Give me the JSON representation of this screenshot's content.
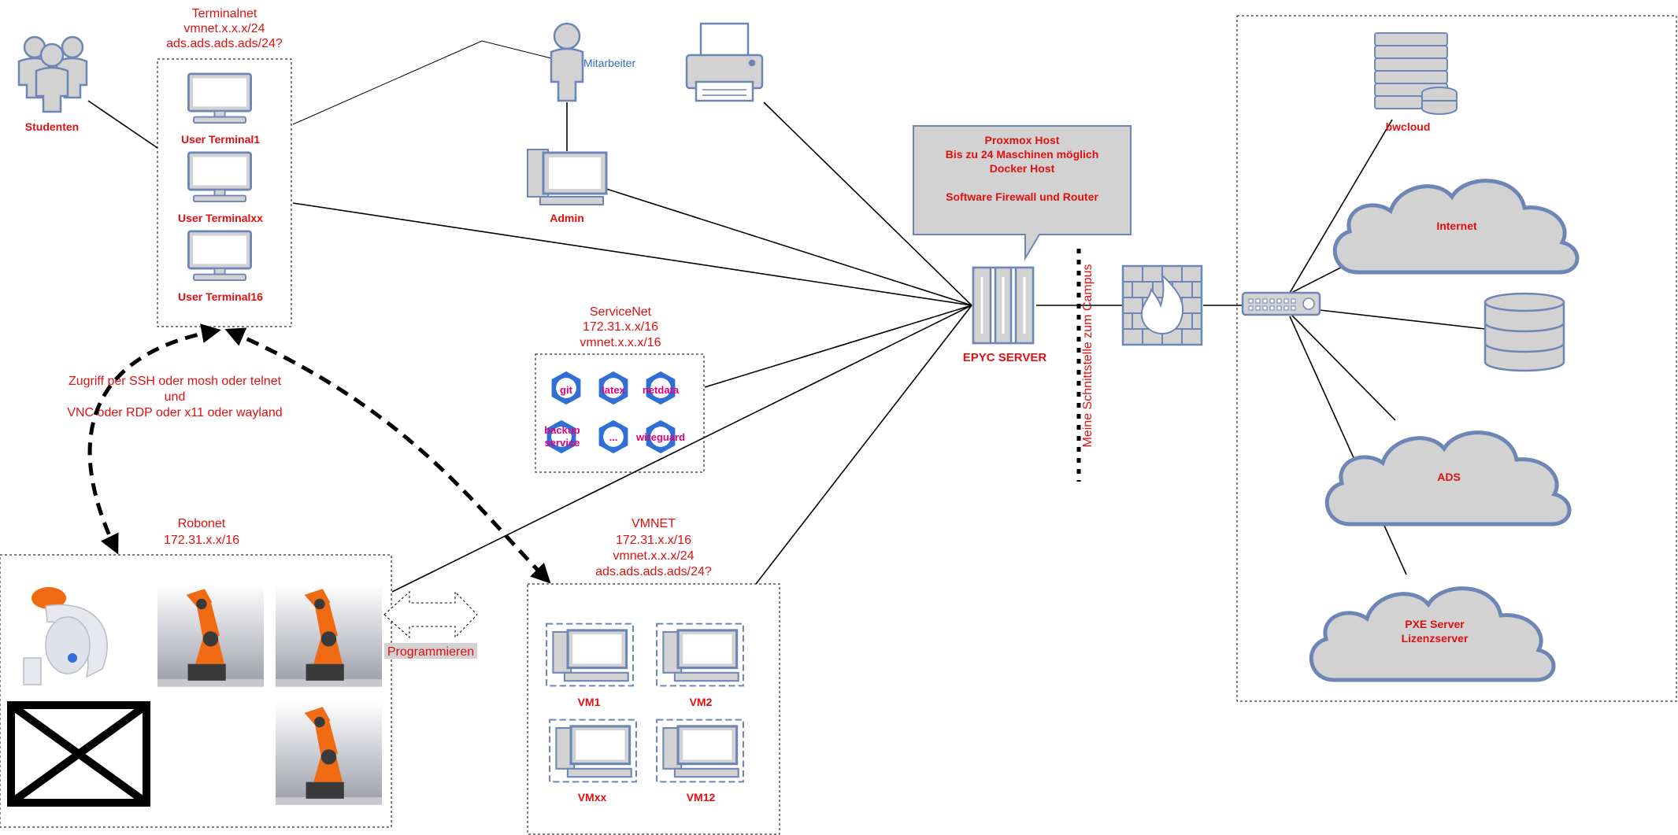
{
  "colors": {
    "node_fill": "#d2d2d2",
    "node_stroke": "#6d86b6",
    "label_red": "#e01010",
    "service_blue": "#2f6fd6",
    "service_text": "#e0007a",
    "line": "#000000",
    "robot_orange": "#ef6a12"
  },
  "networks": {
    "terminalnet": {
      "line1": "Terminalnet",
      "line2": "vmnet.x.x.x/24",
      "line3": "ads.ads.ads.ads/24?"
    },
    "servicenet": {
      "line1": "ServiceNet",
      "line2": "172.31.x.x/16",
      "line3": "vmnet.x.x.x/16"
    },
    "robonet": {
      "line1": "Robonet",
      "line2": "172.31.x.x/16"
    },
    "vmnet": {
      "line1": "VMNET",
      "line2": "172.31.x.x/16",
      "line3": "vmnet.x.x.x/24",
      "line4": "ads.ads.ads.ads/24?"
    }
  },
  "nodes": {
    "studenten": "Studenten",
    "mitarbeiter": "Mitarbeiter",
    "admin": "Admin",
    "terminal1": "User Terminal1",
    "terminalxx": "User Terminalxx",
    "terminal16": "User Terminal16",
    "epyc": "EPYC SERVER",
    "bwcloud": "bwcloud",
    "internet": "Internet",
    "ads": "ADS",
    "pxe_line1": "PXE Server",
    "pxe_line2": "Lizenzserver",
    "vm1": "VM1",
    "vm2": "VM2",
    "vmxx": "VMxx",
    "vm12": "VM12"
  },
  "services": {
    "git": "git",
    "latex": "latex",
    "netdata": "netdata",
    "backup_line1": "backup",
    "backup_line2": "service",
    "dots": "...",
    "wireguard": "wireguard"
  },
  "callout": {
    "line1": "Proxmox Host",
    "line2": "Bis zu 24 Maschinen  möglich",
    "line3": "Docker Host",
    "line4": "Software Firewall und Router"
  },
  "annotations": {
    "access_line1": "Zugriff per SSH oder mosh oder telnet",
    "access_line2": "und",
    "access_line3": "VNC oder RDP oder x11 oder wayland",
    "campus_interface": "Meine Schnittstelle zum Campus",
    "programmieren": "Programmieren"
  }
}
